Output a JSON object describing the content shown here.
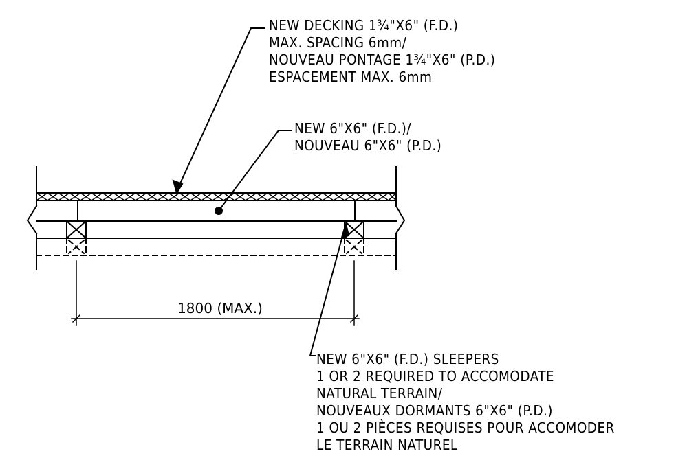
{
  "notes": {
    "decking": [
      "NEW DECKING 1¾\"X6\" (F.D.)",
      "MAX. SPACING 6mm/",
      "NOUVEAU PONTAGE 1¾\"X6\" (P.D.)",
      "ESPACEMENT MAX. 6mm"
    ],
    "beam": [
      "NEW 6\"X6\" (F.D.)/",
      "NOUVEAU 6\"X6\" (P.D.)"
    ],
    "sleepers": [
      "NEW 6\"X6\" (F.D.) SLEEPERS",
      "1 OR 2 REQUIRED TO ACCOMODATE",
      "NATURAL TERRAIN/",
      "NOUVEAUX DORMANTS 6\"X6\" (P.D.)",
      "1 OU 2 PIÈCES REQUISES POUR ACCOMODER",
      "LE TERRAIN NATUREL"
    ]
  },
  "dimension": {
    "label": "1800 (MAX.)"
  }
}
